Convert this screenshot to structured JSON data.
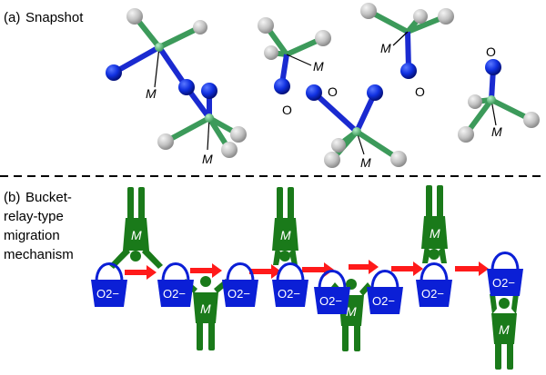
{
  "panel_a": {
    "label": "(a)",
    "title": "Snapshot",
    "metal_label": "M",
    "oxygen_label": "O"
  },
  "divider": "dashed",
  "panel_b": {
    "label": "(b)",
    "title_lines": [
      "Bucket-",
      "relay-type",
      "migration",
      "mechanism"
    ],
    "bucket_label": "O2−",
    "person_label": "M"
  },
  "colors": {
    "metal_green": "#1a7a1a",
    "bond_green": "#3c9a5a",
    "oxygen_blue": "#0b1fd6",
    "ligand_gray": "#bdbdbd",
    "arrow_red": "#ff1a1a"
  },
  "icons": [
    "metal-atom-icon",
    "oxygen-atom-icon",
    "ligand-atom-icon",
    "bucket-icon",
    "person-icon",
    "relay-arrow-icon"
  ]
}
